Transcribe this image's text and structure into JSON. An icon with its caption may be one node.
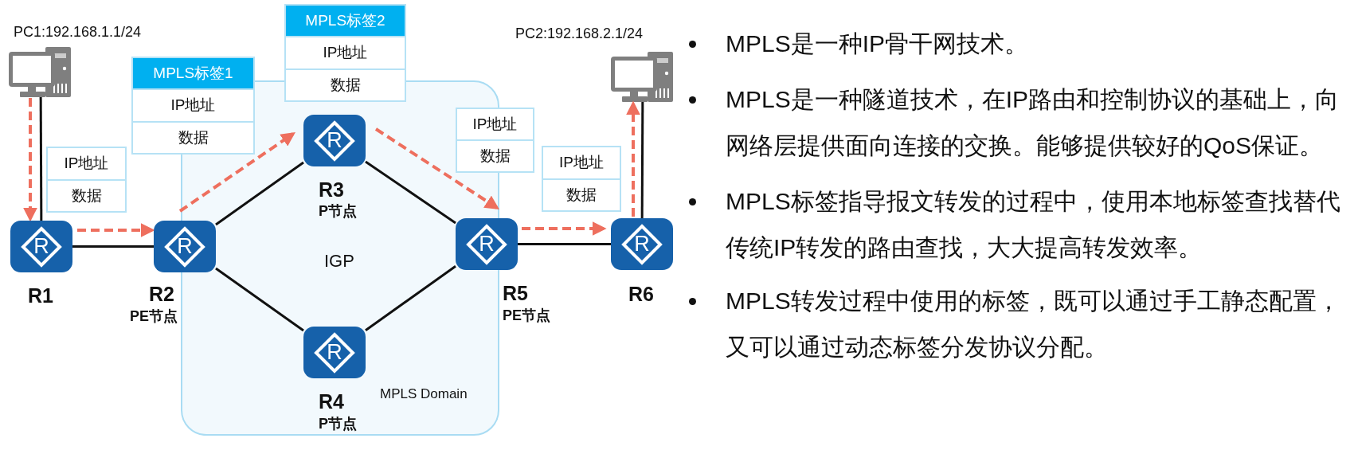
{
  "diagram": {
    "nodes": [
      {
        "text": [
          "IGP",
          "MPLS Domain"
        ]
      },
      {
        "text": [
          "PC1:192.168.1.1/24"
        ]
      },
      {
        "text": [
          "R",
          "R1"
        ]
      },
      {
        "text": [
          "R",
          "R2",
          "PE节点"
        ]
      },
      {
        "text": [
          "R",
          "R3",
          "P节点"
        ],
        "in": 0
      },
      {
        "text": [
          "R",
          "R4",
          "P节点"
        ],
        "in": 0
      },
      {
        "text": [
          "R",
          "R5",
          "PE节点"
        ]
      },
      {
        "text": [
          "R",
          "R6"
        ]
      },
      {
        "text": [
          "PC2:192.168.2.1/24"
        ]
      },
      {
        "text": [
          "IP地址",
          "数据"
        ]
      },
      {
        "text": [
          "MPLS标签1",
          "IP地址",
          "数据"
        ]
      },
      {
        "text": [
          "MPLS标签2",
          "IP地址",
          "数据"
        ]
      },
      {
        "text": [
          "IP地址",
          "数据"
        ]
      },
      {
        "text": [
          "IP地址",
          "数据"
        ]
      }
    ],
    "edges": [
      {
        "from": 1,
        "to": 2,
        "arrow": "none"
      },
      {
        "from": 2,
        "to": 3,
        "arrow": "none"
      },
      {
        "from": 3,
        "to": 4,
        "arrow": "none"
      },
      {
        "from": 3,
        "to": 5,
        "arrow": "none"
      },
      {
        "from": 4,
        "to": 6,
        "arrow": "none"
      },
      {
        "from": 5,
        "to": 6,
        "arrow": "none"
      },
      {
        "from": 6,
        "to": 7,
        "arrow": "none"
      },
      {
        "from": 7,
        "to": 8,
        "arrow": "none"
      },
      {
        "from": 1,
        "to": 2,
        "arrow": "to",
        "style": "dashed",
        "color": "#ee6f5e"
      },
      {
        "from": 2,
        "to": 3,
        "arrow": "to",
        "style": "dashed",
        "color": "#ee6f5e"
      },
      {
        "from": 3,
        "to": 4,
        "arrow": "to",
        "style": "dashed",
        "color": "#ee6f5e"
      },
      {
        "from": 4,
        "to": 6,
        "arrow": "to",
        "style": "dashed",
        "color": "#ee6f5e"
      },
      {
        "from": 6,
        "to": 7,
        "arrow": "to",
        "style": "dashed",
        "color": "#ee6f5e"
      },
      {
        "from": 7,
        "to": 8,
        "arrow": "to",
        "style": "dashed",
        "color": "#ee6f5e"
      }
    ],
    "labels": [
      "MPLS是一种IP骨干网技术。",
      "MPLS是一种隧道技术，在IP路由和控制协议的基础上，向网络层提供面向连接的交换。能够提供较好的QoS保证。",
      "MPLS标签指导报文转发的过程中，使用本地标签查找替代传统IP转发的路由查找，大大提高转发效率。",
      "MPLS转发过程中使用的标签，既可以通过手工静态配置，又可以通过动态标签分发协议分配。"
    ]
  }
}
